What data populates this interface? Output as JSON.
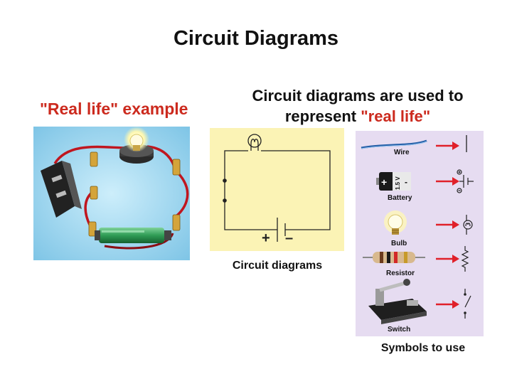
{
  "slide": {
    "title": "Circuit Diagrams",
    "real_life_heading": "\"Real life\" example",
    "subtitle_line1": "Circuit diagrams are used to",
    "subtitle_line2_prefix": "represent ",
    "subtitle_line2_highlight": "\"real life\"",
    "circuit_caption": "Circuit diagrams",
    "symbols_caption": "Symbols to use"
  },
  "circuit": {
    "plus_sign": "+",
    "minus_sign": "–"
  },
  "symbols": [
    {
      "label": "Wire",
      "icon": "wire-icon"
    },
    {
      "label": "Battery",
      "icon": "battery-icon",
      "battery_text": "1.5 V",
      "plus_sign": "+",
      "minus_sign": "-"
    },
    {
      "label": "Bulb",
      "icon": "bulb-icon"
    },
    {
      "label": "Resistor",
      "icon": "resistor-icon"
    },
    {
      "label": "Switch",
      "icon": "switch-icon"
    }
  ],
  "colors": {
    "heading_red": "#cc2a1e",
    "arrow_red": "#e0202a",
    "circuit_bg": "#fbf3b5",
    "symbols_bg": "#e6dcf1",
    "photo_bg": "#9fd3ee",
    "wire_red": "#c0161f",
    "battery_green": "#2f9c55"
  }
}
